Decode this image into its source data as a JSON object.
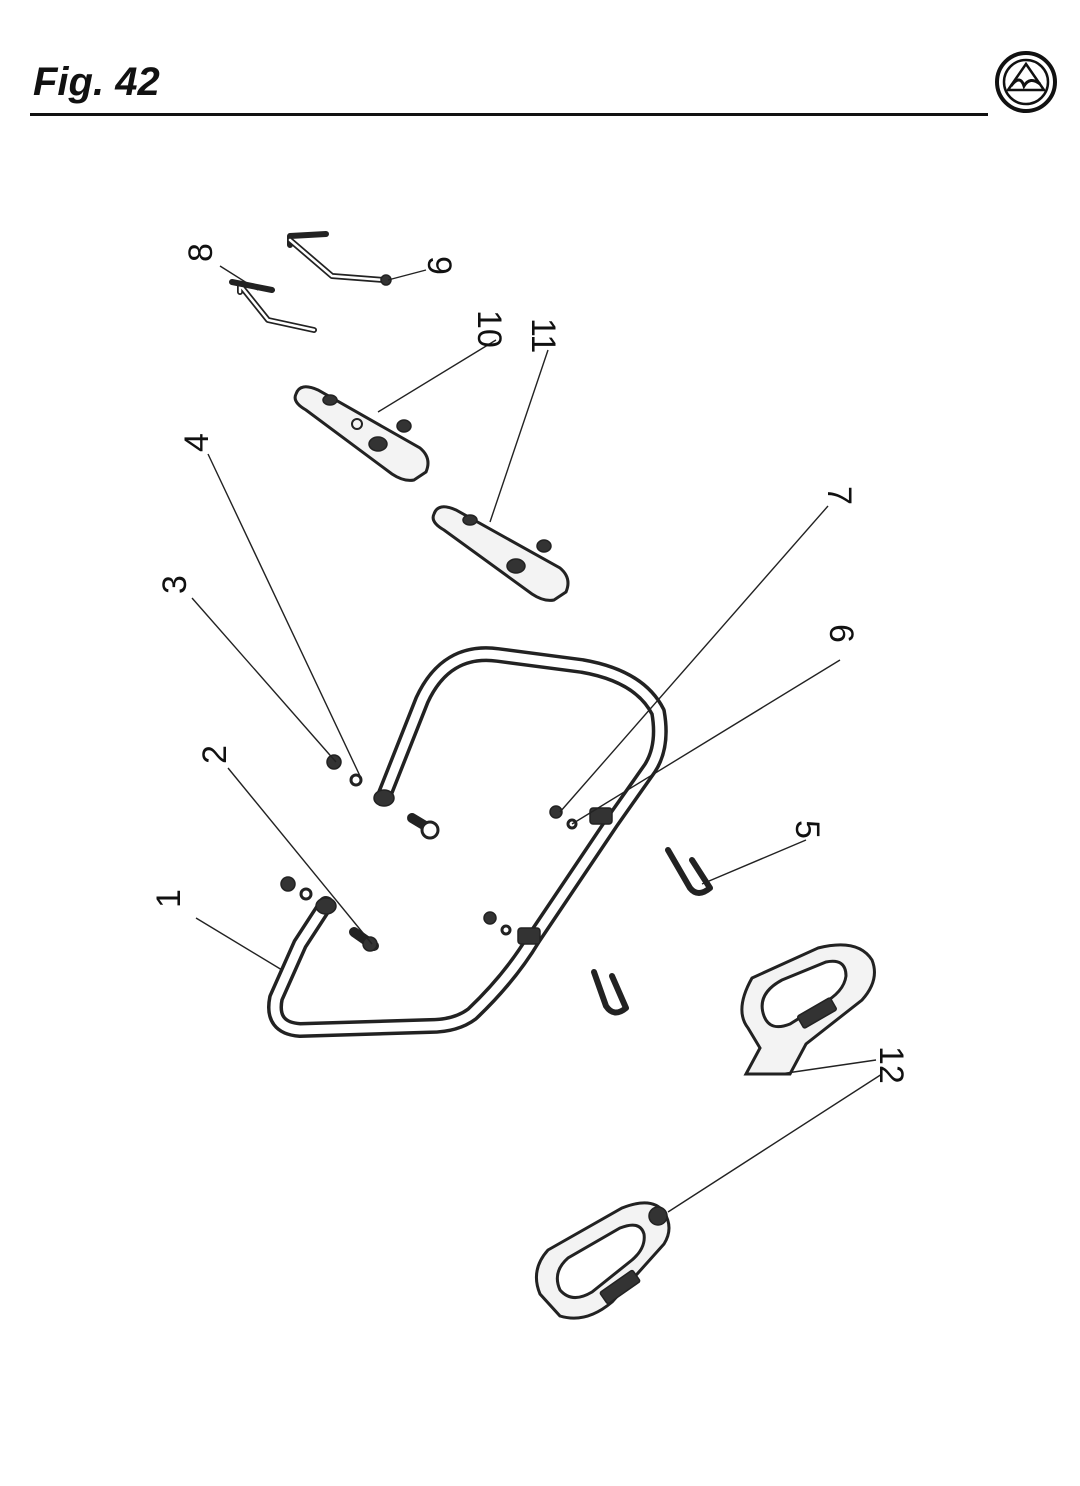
{
  "figure": {
    "title": "Fig. 42",
    "logo_icon": "manufacturer-emblem-icon"
  },
  "callouts": [
    "1",
    "2",
    "3",
    "4",
    "5",
    "6",
    "7",
    "8",
    "9",
    "10",
    "11",
    "12"
  ],
  "colors": {
    "ink": "#111111",
    "paper": "#ffffff"
  }
}
